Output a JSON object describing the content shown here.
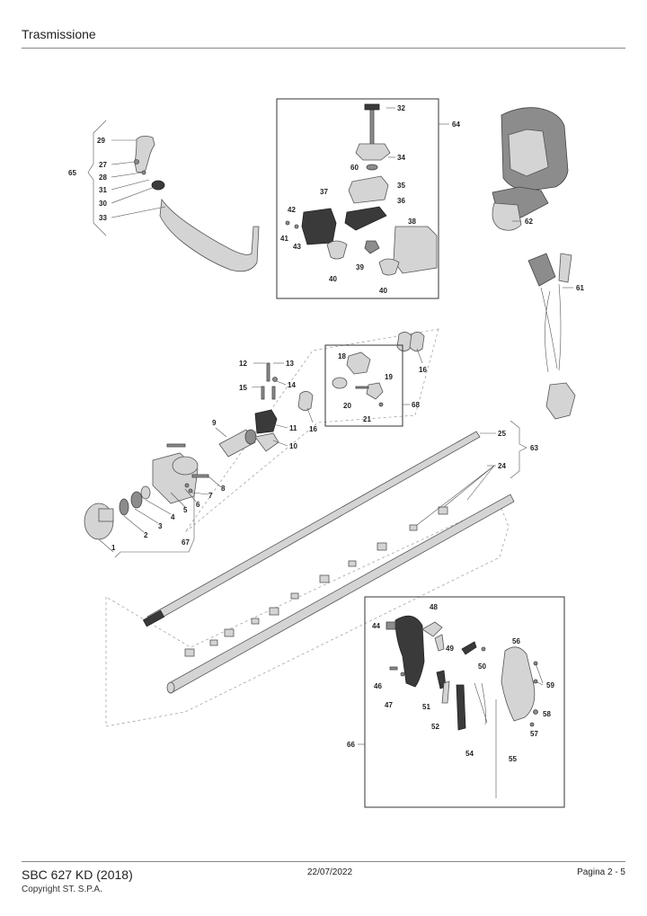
{
  "header": {
    "title": "Trasmissione"
  },
  "footer": {
    "model": "SBC 627 KD (2018)",
    "copyright": "Copyright ST. S.P.A.",
    "date": "22/07/2022",
    "page": "Pagina 2 - 5"
  },
  "labels": {
    "l1": "1",
    "l2": "2",
    "l3": "3",
    "l4": "4",
    "l5": "5",
    "l6": "6",
    "l7": "7",
    "l8": "8",
    "l9": "9",
    "l10": "10",
    "l11": "11",
    "l12": "12",
    "l13": "13",
    "l14": "14",
    "l15": "15",
    "l16a": "16",
    "l16b": "16",
    "l18": "18",
    "l19": "19",
    "l20": "20",
    "l21": "21",
    "l24": "24",
    "l25": "25",
    "l27": "27",
    "l28": "28",
    "l29": "29",
    "l30": "30",
    "l31": "31",
    "l32": "32",
    "l33": "33",
    "l34": "34",
    "l35": "35",
    "l36": "36",
    "l37": "37",
    "l38": "38",
    "l39": "39",
    "l40a": "40",
    "l40b": "40",
    "l41": "41",
    "l42": "42",
    "l43": "43",
    "l44": "44",
    "l46": "46",
    "l47": "47",
    "l48": "48",
    "l49": "49",
    "l50": "50",
    "l51": "51",
    "l52": "52",
    "l54": "54",
    "l55": "55",
    "l56": "56",
    "l57": "57",
    "l58": "58",
    "l59": "59",
    "l60": "60",
    "l61": "61",
    "l62": "62",
    "l63": "63",
    "l64": "64",
    "l65": "65",
    "l66": "66",
    "l67": "67",
    "l68": "68"
  }
}
